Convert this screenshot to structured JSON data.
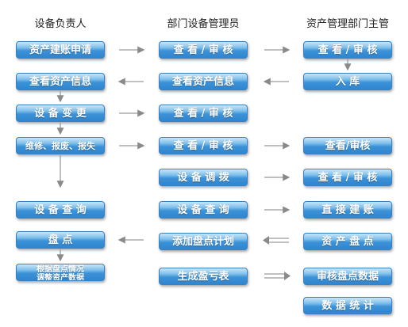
{
  "columns": {
    "c1": "设备负责人",
    "c2": "部门设备管理员",
    "c3": "资产管理部门主管"
  },
  "boxes": {
    "apply": "资产建账申请",
    "view_info_1": "查看资产信息",
    "change": "设 备 变 更",
    "repair": "维修、报废、报失",
    "query_1": "设 备 查 询",
    "inventory": "盘  点",
    "report_line1": "根据盘点情况",
    "report_line2": "调整资产数据",
    "review_1": "查 看 / 审 核",
    "view_info_2": "查看资产信息",
    "review_2": "查 看 / 审 核",
    "review_3": "查 看 / 审 核",
    "allocate": "设 备 调 拨",
    "query_2": "设 备 查 询",
    "add_plan": "添加盘点计划",
    "gen_table": "生成盈亏表",
    "review_top": "查 看 / 审 核",
    "store": "入      库",
    "review_4": "查看/审核",
    "review_5": "查 看 / 审 核",
    "direct": "直 接 建 账",
    "asset_inv": "资 产 盘 点",
    "review_data": "审核盘点数据",
    "stats": "数 据 统 计"
  }
}
